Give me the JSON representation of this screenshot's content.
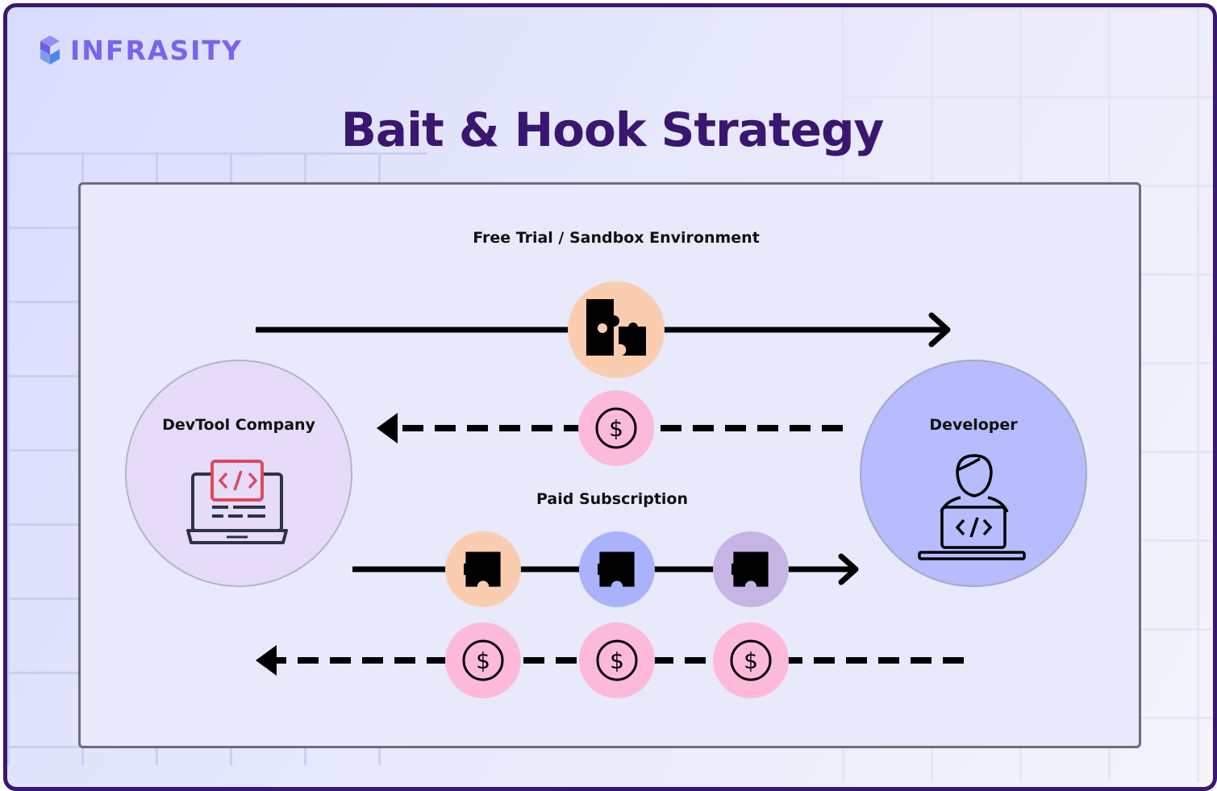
{
  "brand": {
    "name": "INFRASITY",
    "logo_icon": "infrasity-logo-icon"
  },
  "title": "Bait & Hook Strategy",
  "diagram": {
    "top_label": "Free Trial / Sandbox Environment",
    "middle_label": "Paid Subscription",
    "left_node": {
      "label": "DevTool Company",
      "icon": "laptop-code-icon"
    },
    "right_node": {
      "label": "Developer",
      "icon": "developer-laptop-icon"
    },
    "currency_symbol": "$"
  },
  "colors": {
    "title": "#3a1670",
    "brand": "#7a63ef",
    "company_circle": "#e6dcfa",
    "developer_circle": "#b6bcfd",
    "peach": "#fbcdb0",
    "blue": "#abb2fc",
    "lavender": "#c5b4e4",
    "pink": "#fdb9da",
    "code_red": "#e0485a",
    "laptop_navy": "#2d3248"
  }
}
